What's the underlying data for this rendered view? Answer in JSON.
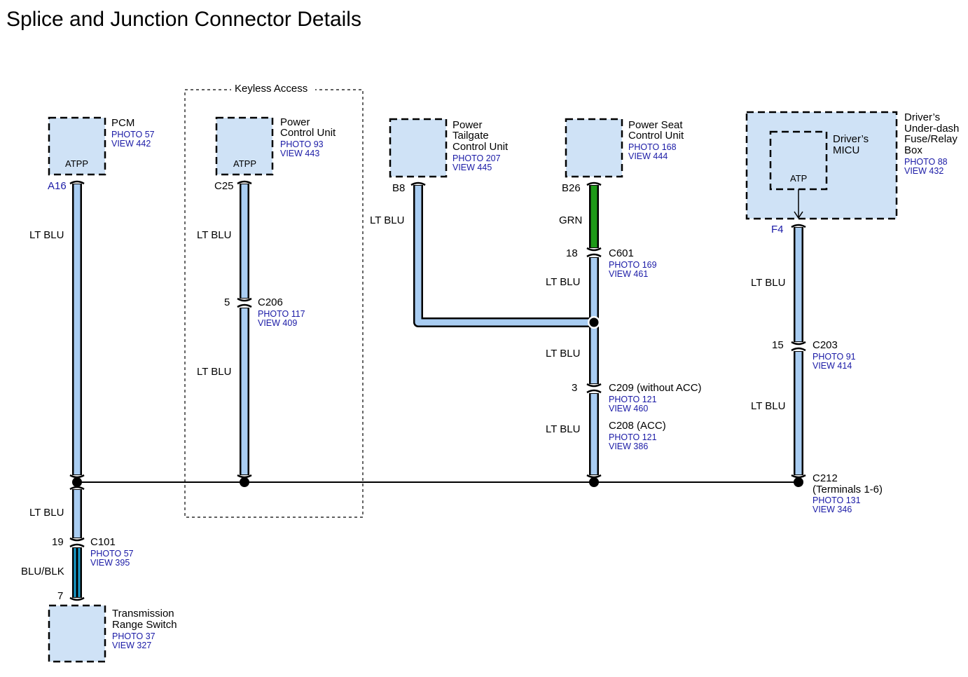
{
  "title": "Splice and Junction Connector Details",
  "frame_label": "Keyless Access",
  "components": {
    "pcm": {
      "name": "PCM",
      "photo": "PHOTO 57",
      "view": "VIEW 442",
      "inner": "ATPP",
      "pin": "A16"
    },
    "pcu": {
      "name1": "Power",
      "name2": "Control Unit",
      "photo": "PHOTO 93",
      "view": "VIEW 443",
      "inner": "ATPP",
      "pin": "C25"
    },
    "ptcu": {
      "name1": "Power",
      "name2": "Tailgate",
      "name3": "Control Unit",
      "photo": "PHOTO 207",
      "view": "VIEW 445",
      "pin": "B8"
    },
    "pscu": {
      "name1": "Power Seat",
      "name2": "Control Unit",
      "photo": "PHOTO 168",
      "view": "VIEW 444",
      "pin": "B26"
    },
    "fuse": {
      "name1": "Driver’s",
      "name2": "Under-dash",
      "name3": "Fuse/Relay",
      "name4": "Box",
      "photo": "PHOTO 88",
      "view": "VIEW 432",
      "pin": "F4"
    },
    "micu": {
      "name1": "Driver’s",
      "name2": "MICU",
      "inner": "ATP"
    },
    "trs": {
      "name1": "Transmission",
      "name2": "Range Switch",
      "photo": "PHOTO 37",
      "view": "VIEW 327"
    }
  },
  "connectors": {
    "c206": {
      "name": "C206",
      "pin": "5",
      "photo": "PHOTO 117",
      "view": "VIEW 409"
    },
    "c601": {
      "name": "C601",
      "pin": "18",
      "photo": "PHOTO 169",
      "view": "VIEW 461"
    },
    "c209": {
      "name": "C209 (without ACC)",
      "pin": "3",
      "photo": "PHOTO 121",
      "view": "VIEW 460"
    },
    "c208": {
      "name": "C208 (ACC)",
      "photo": "PHOTO 121",
      "view": "VIEW 386"
    },
    "c203": {
      "name": "C203",
      "pin": "15",
      "photo": "PHOTO 91",
      "view": "VIEW 414"
    },
    "c212": {
      "name": "C212",
      "sub": "(Terminals 1-6)",
      "photo": "PHOTO 131",
      "view": "VIEW 346"
    },
    "c101": {
      "name": "C101",
      "pin": "19",
      "photo": "PHOTO 57",
      "view": "VIEW 395",
      "pin_bottom": "7"
    }
  },
  "wires": {
    "ltblu": "LT BLU",
    "grn": "GRN",
    "blublk": "BLU/BLK"
  },
  "colors": {
    "box_fill": "#cfe2f6",
    "wire_ltblu": "#a9cdf2",
    "wire_grn": "#1e9a18",
    "wire_blublk": "#1a9fd0",
    "link_text": "#1a1aa6"
  }
}
